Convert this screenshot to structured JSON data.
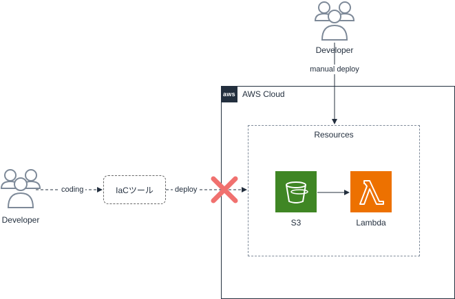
{
  "top_actor": {
    "label": "Developer"
  },
  "top_edge": {
    "label": "manual deploy"
  },
  "left_actor": {
    "label": "Developer"
  },
  "coding_edge": {
    "label": "coding"
  },
  "iac_tool": {
    "label": "IaCツール"
  },
  "deploy_edge": {
    "label": "deploy",
    "status": "blocked"
  },
  "aws_cloud": {
    "badge": "aws",
    "title": "AWS Cloud"
  },
  "resources": {
    "title": "Resources",
    "services": [
      {
        "label": "S3",
        "icon": "s3-bucket-icon",
        "color": "#3f8624"
      },
      {
        "label": "Lambda",
        "icon": "lambda-icon",
        "color": "#ed7100"
      }
    ]
  },
  "colors": {
    "blocked_mark": "#f0716f",
    "aws_dark": "#232f3e"
  }
}
